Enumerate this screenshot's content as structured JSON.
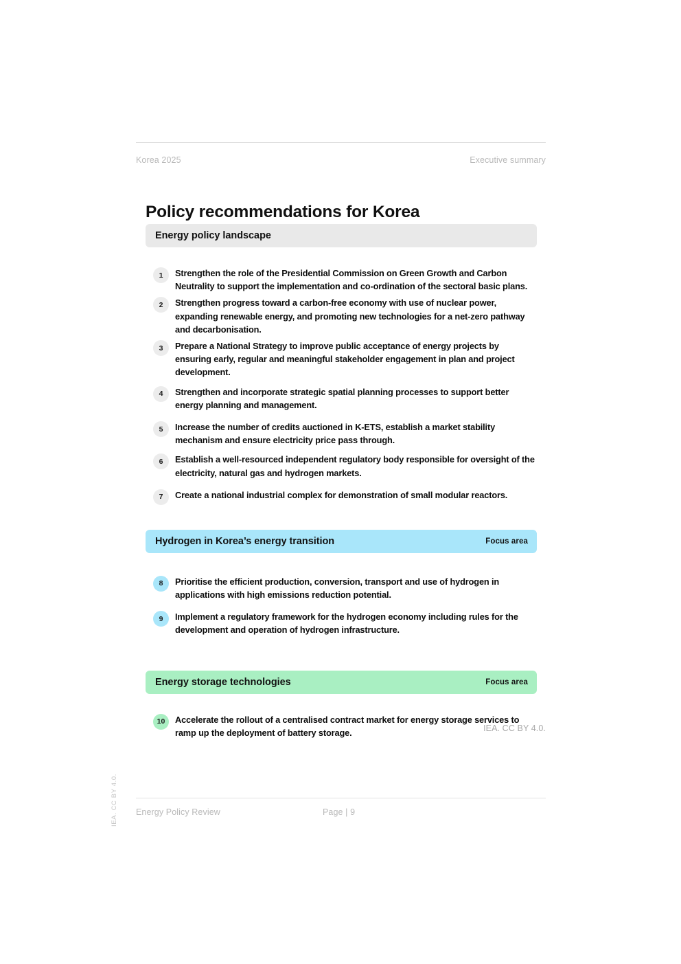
{
  "header": {
    "left": "Korea 2025",
    "right": "Executive summary"
  },
  "title": "Policy recommendations for Korea",
  "sections": [
    {
      "id": "energy-policy-landscape",
      "heading": "Energy policy landscape",
      "tag": "",
      "bar_color": "#e9e9e9",
      "badge_color": "#ececec",
      "items": [
        {
          "number": "1",
          "text": "Strengthen the role of the Presidential Commission on Green Growth and Carbon Neutrality to support the implementation and co-ordination of the sectoral basic plans."
        },
        {
          "number": "2",
          "text": "Strengthen progress toward a carbon-free economy with use of nuclear power, expanding renewable energy, and promoting new technologies for a net-zero pathway and decarbonisation."
        },
        {
          "number": "3",
          "text": "Prepare a National Strategy to improve public acceptance of energy projects by ensuring early, regular and meaningful stakeholder engagement in plan and project development."
        },
        {
          "number": "4",
          "text": "Strengthen and incorporate strategic spatial planning processes to support better energy planning and management."
        },
        {
          "number": "5",
          "text": "Increase the number of credits auctioned in K-ETS, establish a market stability mechanism and ensure electricity price pass through."
        },
        {
          "number": "6",
          "text": "Establish a well-resourced independent regulatory body responsible for oversight of the electricity, natural gas and hydrogen markets."
        },
        {
          "number": "7",
          "text": "Create a national industrial complex for demonstration of small modular reactors."
        }
      ]
    },
    {
      "id": "hydrogen-energy-transition",
      "heading": "Hydrogen in Korea’s energy transition",
      "tag": "Focus area",
      "bar_color": "#a9e6fa",
      "badge_color": "#a9e6fa",
      "items": [
        {
          "number": "8",
          "text": "Prioritise the efficient production, conversion, transport and use of hydrogen in applications with high emissions reduction potential."
        },
        {
          "number": "9",
          "text": "Implement a regulatory framework for the hydrogen economy including rules for the development and operation of hydrogen infrastructure."
        }
      ]
    },
    {
      "id": "energy-storage-technologies",
      "heading": "Energy storage technologies",
      "tag": "Focus area",
      "bar_color": "#a9efc2",
      "badge_color": "#a9efc2",
      "items": [
        {
          "number": "10",
          "text": "Accelerate the rollout of a centralised contract market for energy storage services to ramp up the deployment of battery storage."
        }
      ]
    }
  ],
  "credit": "IEA. CC BY 4.0.",
  "side_credit": "IEA. CC BY 4.0.",
  "footer": {
    "left": "Energy Policy Review",
    "page": "Page | 9"
  }
}
